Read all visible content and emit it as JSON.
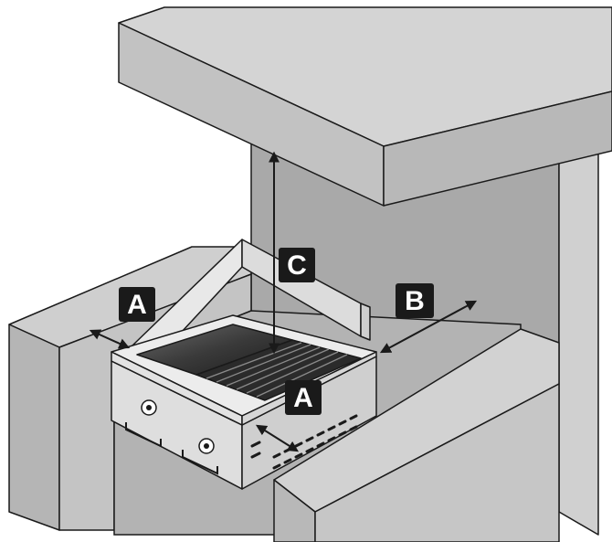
{
  "labels": {
    "a_left": "A",
    "a_front": "A",
    "b": "B",
    "c": "C"
  },
  "colors": {
    "wall_light": "#d6d6d6",
    "wall_mid": "#bdbdbd",
    "wall_dark": "#a8a8a8",
    "recess": "#b0b0b0",
    "steel": "#e6e6e6",
    "grill_dark": "#2b2b2b",
    "outline": "#1a1a1a"
  }
}
